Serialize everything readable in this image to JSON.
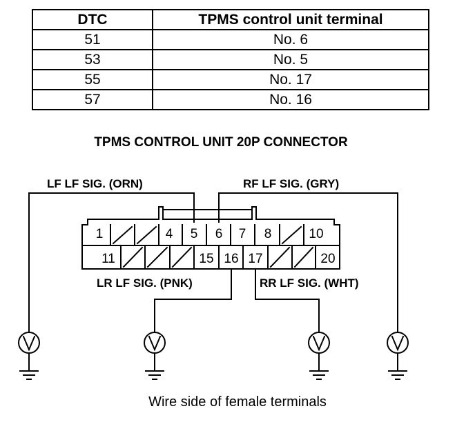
{
  "table": {
    "headers": [
      "DTC",
      "TPMS control unit terminal"
    ],
    "rows": [
      [
        "51",
        "No. 6"
      ],
      [
        "53",
        "No. 5"
      ],
      [
        "55",
        "No. 17"
      ],
      [
        "57",
        "No. 16"
      ]
    ]
  },
  "connector_title": "TPMS CONTROL UNIT 20P CONNECTOR",
  "wire_labels": {
    "lf": "LF LF SIG. (ORN)",
    "rf": "RF LF SIG. (GRY)",
    "lr": "LR LF SIG. (PNK)",
    "rr": "RR LF SIG. (WHT)"
  },
  "connector": {
    "top_row": [
      "1",
      "",
      "",
      "4",
      "5",
      "6",
      "7",
      "8",
      "",
      "10"
    ],
    "bottom_row": [
      "11",
      "",
      "",
      "",
      "15",
      "16",
      "17",
      "",
      "",
      "20"
    ]
  },
  "footer_caption": "Wire side of female terminals"
}
